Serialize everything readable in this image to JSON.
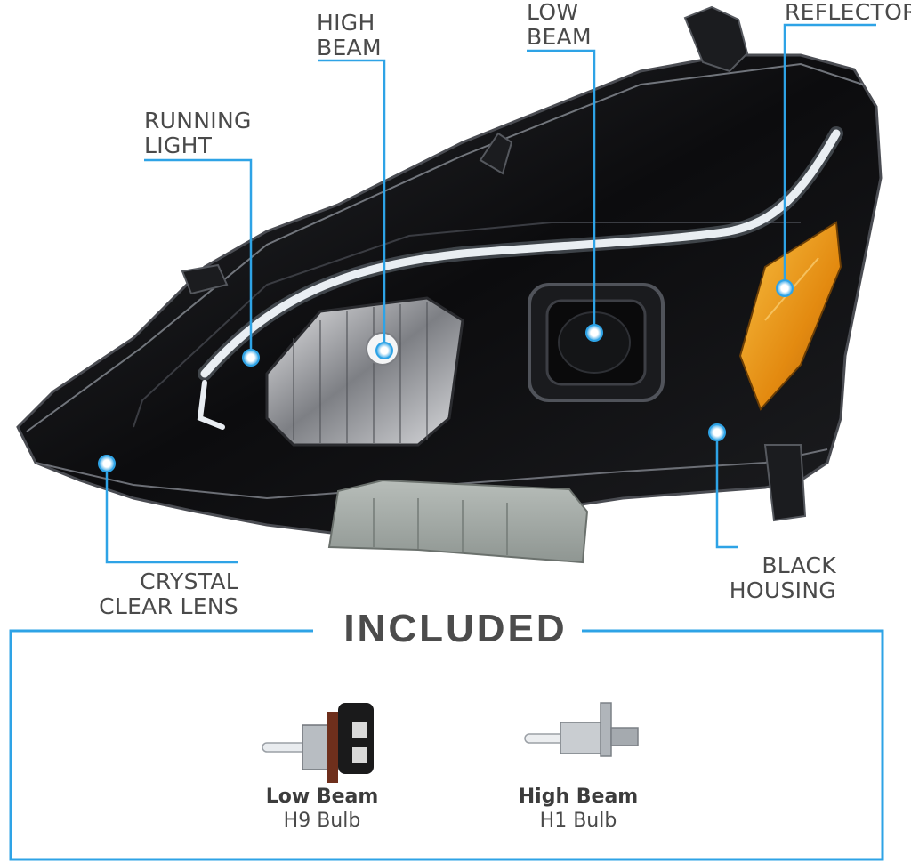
{
  "callouts": {
    "high_beam": [
      "HIGH",
      "BEAM"
    ],
    "low_beam": [
      "LOW",
      "BEAM"
    ],
    "reflector": [
      "REFLECTOR"
    ],
    "running_light": [
      "RUNNING",
      "LIGHT"
    ],
    "crystal_clear_lens": [
      "CRYSTAL",
      "CLEAR LENS"
    ],
    "black_housing": [
      "BLACK",
      "HOUSING"
    ]
  },
  "included": {
    "title": "INCLUDED",
    "bulbs": [
      {
        "name": "Low Beam",
        "type": "H9 Bulb"
      },
      {
        "name": "High Beam",
        "type": "H1 Bulb"
      }
    ]
  },
  "colors": {
    "accent": "#2ea3e6",
    "housing": "#0e0e10",
    "amber": "#f2a01a",
    "connector": "#a3aaa6",
    "text": "#4a4a4a"
  }
}
